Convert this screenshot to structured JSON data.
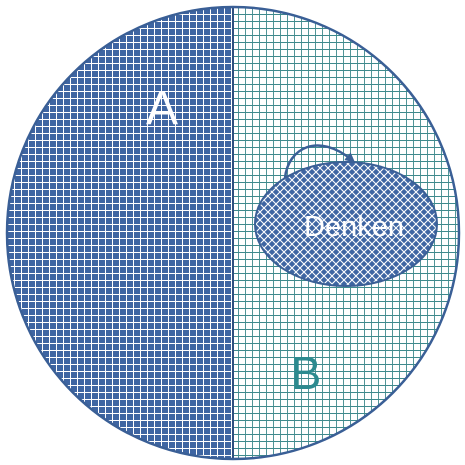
{
  "labels": {
    "left_region": "A",
    "right_region": "B",
    "oval": "Denken"
  },
  "colors": {
    "primary_blue": "#3e65a2",
    "outline_blue": "#3a5f96",
    "grid_teal": "#3f8a8d",
    "label_b_teal": "#2c8a8f",
    "label_white": "#ffffff"
  }
}
